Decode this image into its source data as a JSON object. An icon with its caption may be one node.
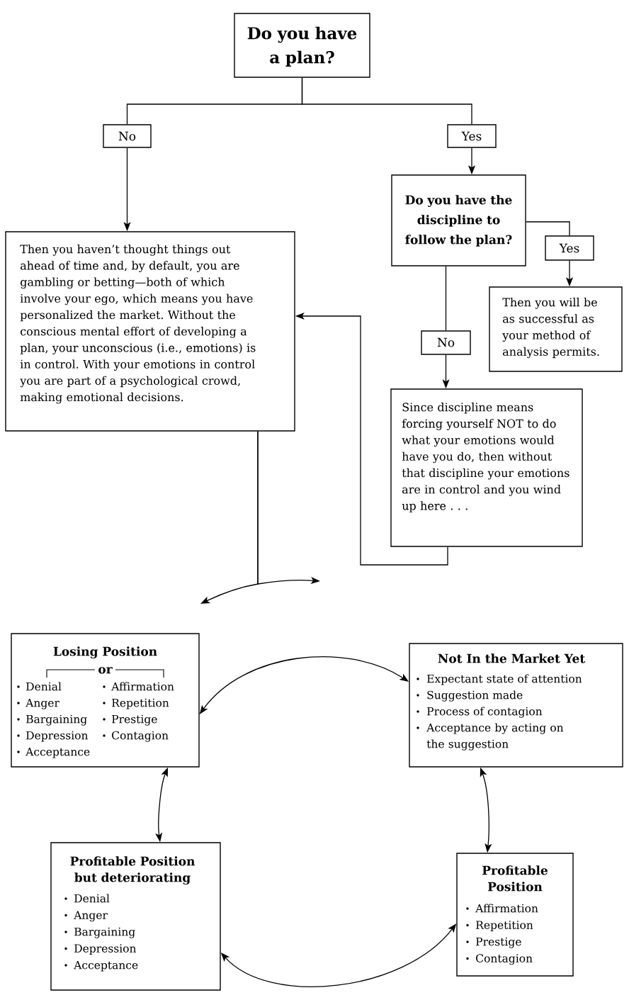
{
  "diagram": {
    "nodes": [
      {
        "text": [
          "Do you have a plan?"
        ]
      },
      {
        "text": [
          "No"
        ]
      },
      {
        "text": [
          "Yes"
        ]
      },
      {
        "text": [
          "Then you haven’t thought things out ahead of time and, by default, you are gambling or betting—both of which involve your ego, which means you have personalized the market. Without the conscious mental effort of developing a plan, your unconscious (i.e., emotions) is in control. With your emotions in control you are part of a psychological crowd, making emotional decisions."
        ]
      },
      {
        "text": [
          "Do you have the discipline to follow the plan?"
        ]
      },
      {
        "text": [
          "Yes"
        ]
      },
      {
        "text": [
          "Then you will be as successful as your method of analysis permits."
        ]
      },
      {
        "text": [
          "No"
        ]
      },
      {
        "text": [
          "Since discipline means forcing yourself NOT to do what your emotions would have you do, then without that discipline your emotions are in control and you wind up here . . ."
        ]
      },
      {
        "text": [
          "Losing Position",
          "or",
          "Denial",
          "Anger",
          "Bargaining",
          "Depression",
          "Acceptance",
          "Affirmation",
          "Repetition",
          "Prestige",
          "Contagion"
        ]
      },
      {
        "text": [
          "Not In the Market Yet",
          "Expectant state of attention",
          "Suggestion made",
          "Process of contagion",
          "Acceptance by acting on the suggestion"
        ]
      },
      {
        "text": [
          "Profitable Position but deteriorating",
          "Denial",
          "Anger",
          "Bargaining",
          "Depression",
          "Acceptance"
        ]
      },
      {
        "text": [
          "Profitable Position",
          "Affirmation",
          "Repetition",
          "Prestige",
          "Contagion"
        ]
      }
    ],
    "edges": [
      {
        "from": 0,
        "to": 1,
        "arrow": "none"
      },
      {
        "from": 0,
        "to": 2,
        "arrow": "none"
      },
      {
        "from": 1,
        "to": 3,
        "arrow": "to"
      },
      {
        "from": 2,
        "to": 4,
        "arrow": "to"
      },
      {
        "from": 4,
        "to": 5,
        "arrow": "none"
      },
      {
        "from": 5,
        "to": 6,
        "arrow": "to"
      },
      {
        "from": 4,
        "to": 7,
        "arrow": "none"
      },
      {
        "from": 7,
        "to": 8,
        "arrow": "to"
      },
      {
        "from": 8,
        "to": 3,
        "arrow": "to"
      },
      {
        "from": 3,
        "to": null,
        "arrow": "to"
      },
      {
        "from": 3,
        "to": null,
        "arrow": "to"
      },
      {
        "from": 9,
        "to": 10,
        "arrow": "both"
      },
      {
        "from": 10,
        "to": 12,
        "arrow": "both"
      },
      {
        "from": 12,
        "to": 11,
        "arrow": "both"
      },
      {
        "from": 11,
        "to": 9,
        "arrow": "both"
      }
    ]
  }
}
